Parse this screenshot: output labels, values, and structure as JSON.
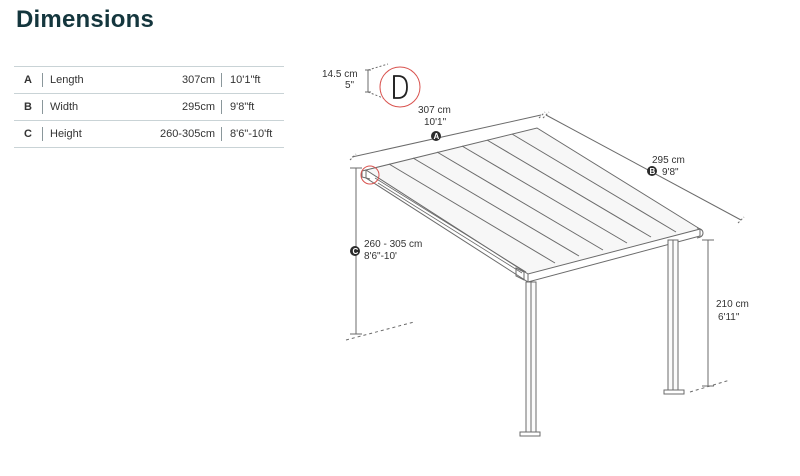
{
  "title": "Dimensions",
  "dimensions": [
    {
      "code": "A",
      "name": "Length",
      "metric": "307cm",
      "imperial": "10'1\"ft"
    },
    {
      "code": "B",
      "name": "Width",
      "metric": "295cm",
      "imperial": "9'8\"ft"
    },
    {
      "code": "C",
      "name": "Height",
      "metric": "260-305cm",
      "imperial": "8'6\"-10'ft"
    }
  ],
  "diagram": {
    "profile_metric": "14.5 cm",
    "profile_imperial": "5\"",
    "length_metric": "307 cm",
    "length_imperial": "10'1\"",
    "length_badge": "A",
    "width_metric": "295 cm",
    "width_imperial": "9'8\"",
    "width_badge": "B",
    "height_metric": "260 - 305 cm",
    "height_imperial": "8'6\"-10'",
    "height_badge": "C",
    "post_metric": "210 cm",
    "post_imperial": "6'11\""
  },
  "colors": {
    "title": "#14363d",
    "line": "#6b6b6b",
    "badge": "#2b2b2b",
    "highlight": "#d9534f"
  }
}
